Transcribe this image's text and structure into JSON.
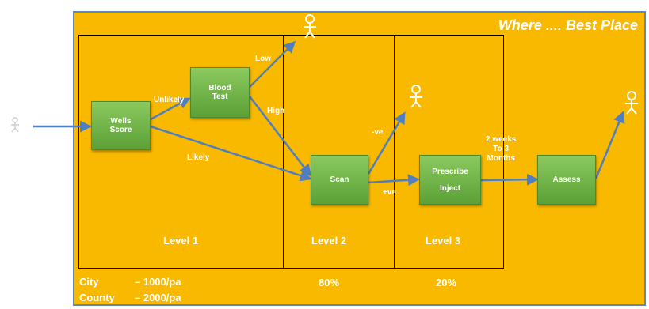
{
  "title": "Where .... Best Place",
  "levels": [
    {
      "label": "Level 1"
    },
    {
      "label": "Level 2"
    },
    {
      "label": "Level 3"
    }
  ],
  "nodes": {
    "wells": {
      "line1": "Wells",
      "line2": "Score"
    },
    "blood": {
      "line1": "Blood",
      "line2": "Test"
    },
    "scan": {
      "line1": "Scan"
    },
    "prescribe": {
      "line1": "Prescribe",
      "line2": "Inject"
    },
    "assess": {
      "line1": "Assess"
    }
  },
  "edge_labels": {
    "unlikely": "Unlikely",
    "likely": "Likely",
    "low": "Low",
    "high": "High",
    "neg": "-ve",
    "pos": "+ve",
    "weeks": [
      "2 weeks",
      "To 3",
      "Months"
    ]
  },
  "footer": {
    "city_label": "City",
    "city_value": "– 1000/pa",
    "county_label": "County",
    "county_value": "– 2000/pa",
    "level2_pct": "80%",
    "level3_pct": "20%"
  },
  "colors": {
    "panel": "#f8b900",
    "border": "#5d86c2",
    "node": "#6db33f",
    "arrow": "#4f7fc0"
  }
}
